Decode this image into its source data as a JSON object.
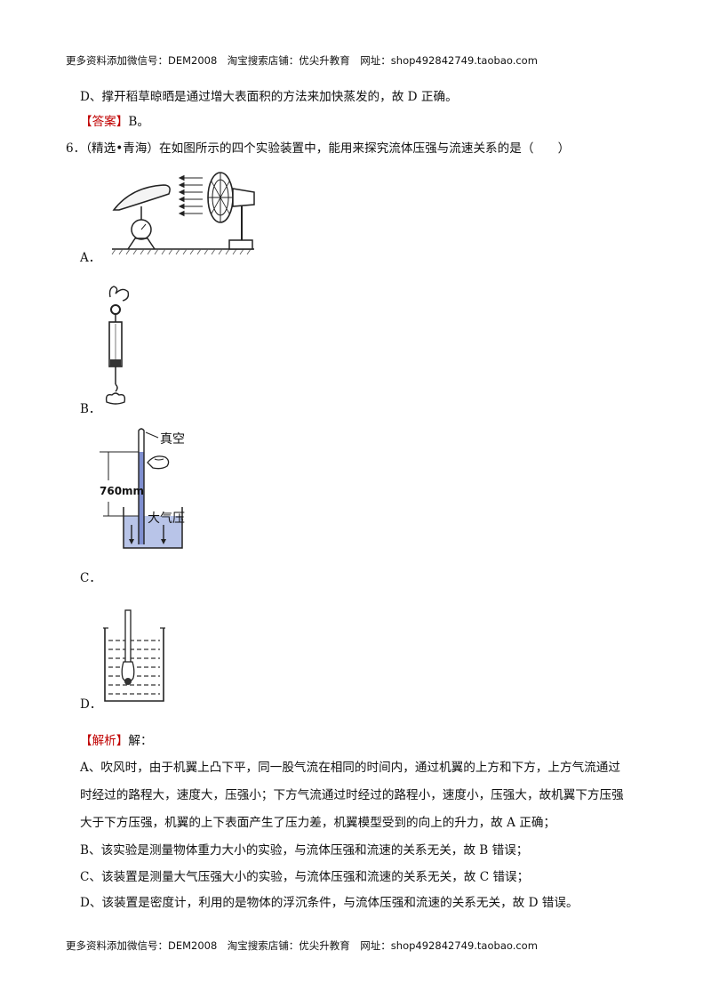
{
  "header": "更多资料添加微信号：DEM2008　淘宝搜索店铺：优尖升教育　网址：shop492842749.taobao.com",
  "footer": "更多资料添加微信号：DEM2008　淘宝搜索店铺：优尖升教育　网址：shop492842749.taobao.com",
  "prev": {
    "option_d": "D、撑开稻草晾晒是通过增大表面积的方法来加快蒸发的，故 D 正确。",
    "answer_tag": "【答案】",
    "answer_value": "B。"
  },
  "question": {
    "number": "6．",
    "text": "（精选•青海）在如图所示的四个实验装置中，能用来探究流体压强与流速关系的是（　　）"
  },
  "options": [
    {
      "label": "A．"
    },
    {
      "label": "B．"
    },
    {
      "label": "C．",
      "figure_labels": {
        "vacuum": "真空",
        "height": "760mm",
        "air_pressure": "大气压"
      }
    },
    {
      "label": "D．"
    }
  ],
  "analysis": {
    "tag": "【解析】",
    "intro": "解：",
    "lines": [
      "A、吹风时，由于机翼上凸下平，同一股气流在相同的时间内，通过机翼的上方和下方，上方气流通过",
      "时经过的路程大，速度大，压强小；下方气流通过时经过的路程小，速度小，压强大，故机翼下方压强",
      "大于下方压强，机翼的上下表面产生了压力差，机翼模型受到的向上的升力，故 A 正确；",
      "B、该实验是测量物体重力大小的实验，与流体压强和流速的关系无关，故 B 错误；",
      "C、该装置是测量大气压强大小的实验，与流体压强和流速的关系无关，故 C 错误；",
      "D、该装置是密度计，利用的是物体的浮沉条件，与流体压强和流速的关系无关，故 D 错误。"
    ]
  }
}
